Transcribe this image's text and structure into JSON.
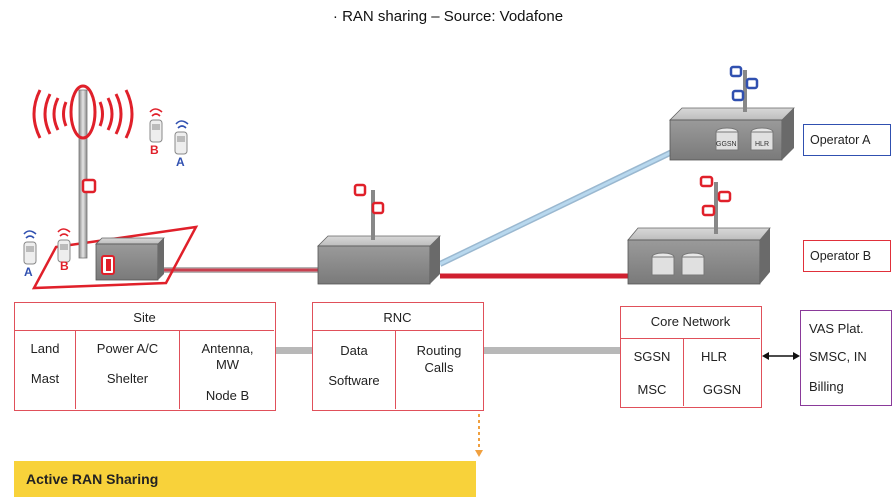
{
  "title": "· RAN sharing – Source: Vodafone",
  "site": {
    "header": "Site",
    "col1_line1": "Land",
    "col1_line2": "Mast",
    "col2_line1": "Power A/C",
    "col2_line2": "Shelter",
    "col3_line1": "Antenna,",
    "col3_line2": "MW",
    "col3_line3": "Node B"
  },
  "rnc": {
    "header": "RNC",
    "col1_line1": "Data",
    "col1_line2": "Software",
    "col2_line1": "Routing",
    "col2_line2": "Calls"
  },
  "core": {
    "header": "Core Network",
    "r1c1": "SGSN",
    "r1c2": "HLR",
    "r2c1": "MSC",
    "r2c2": "GGSN"
  },
  "vas": {
    "line1": "VAS Plat.",
    "line2": "SMSC, IN",
    "line3": "Billing"
  },
  "operators": {
    "a": "Operator A",
    "b": "Operator B"
  },
  "server_labels": {
    "ggsn": "GGSN",
    "hlr": "HLR"
  },
  "phone_labels": {
    "a": "A",
    "b": "B"
  },
  "active_label": "Active RAN Sharing",
  "colors": {
    "red": "#e0303a",
    "blue": "#3050b0",
    "purple": "#8a3a9a",
    "yellow": "#f8d23a"
  }
}
